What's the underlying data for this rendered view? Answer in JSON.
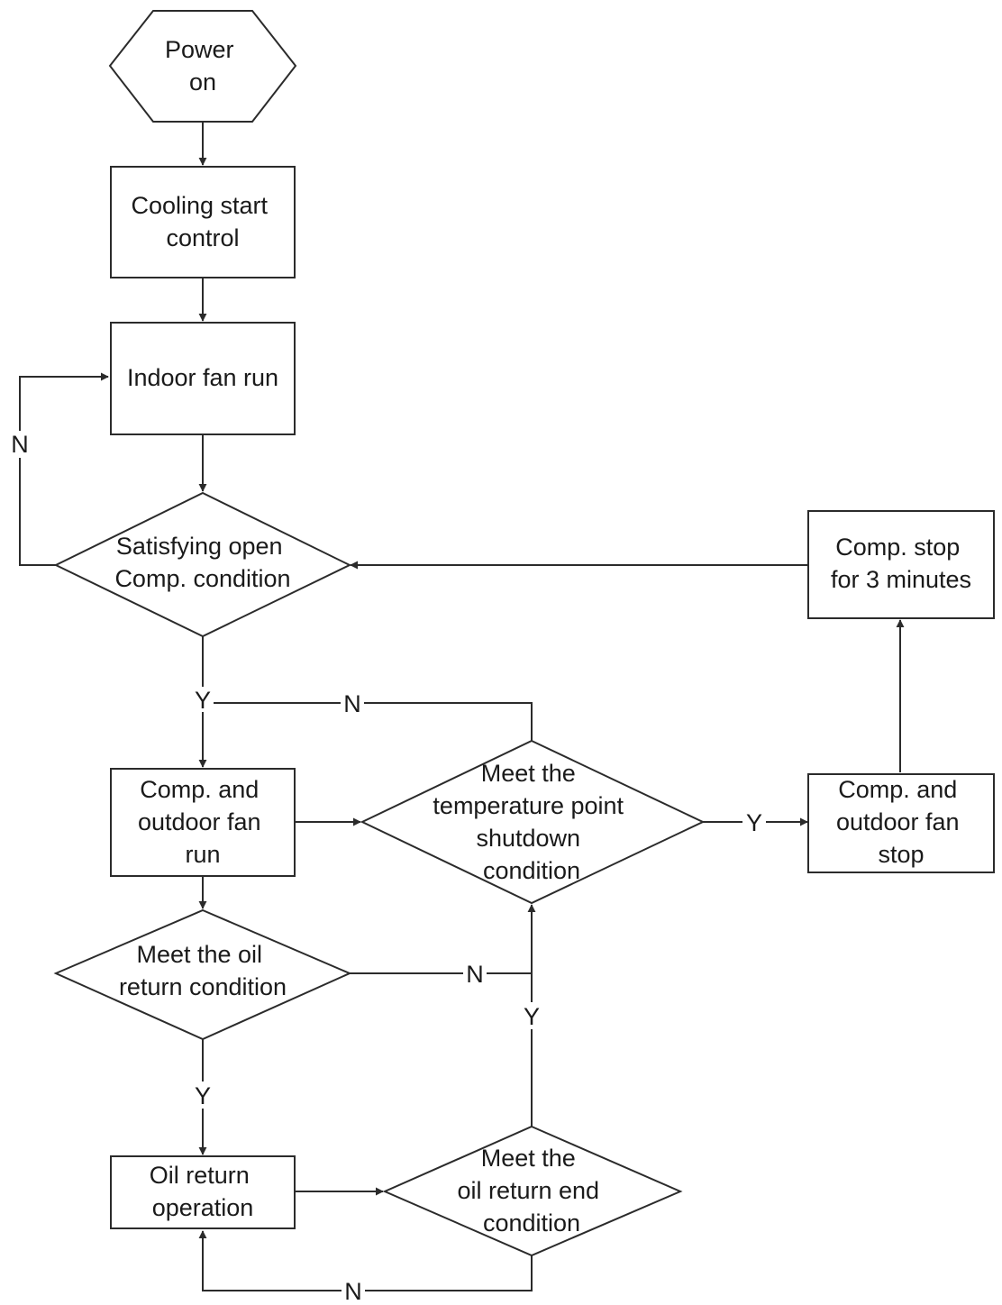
{
  "nodes": {
    "power_on": [
      "Power",
      "on"
    ],
    "cooling_start": [
      "Cooling start",
      "control"
    ],
    "indoor_fan": [
      "Indoor fan run"
    ],
    "open_comp_condition": [
      "Satisfying open",
      "Comp. condition"
    ],
    "comp_outdoor_run": [
      "Comp. and",
      "outdoor fan",
      "run"
    ],
    "temp_shutdown": [
      "Meet the",
      "temperature point",
      "shutdown",
      "condition"
    ],
    "comp_outdoor_stop": [
      "Comp. and",
      "outdoor fan",
      "stop"
    ],
    "comp_stop_3min": [
      "Comp. stop",
      "for 3 minutes"
    ],
    "oil_return_condition": [
      "Meet the oil",
      "return condition"
    ],
    "oil_return_op": [
      "Oil return",
      "operation"
    ],
    "oil_return_end": [
      "Meet the",
      "oil return end",
      "condition"
    ]
  },
  "labels": {
    "yes": "Y",
    "no": "N"
  },
  "colors": {
    "stroke": "#2b2b2b",
    "text": "#1a1a1a",
    "background": "#ffffff"
  }
}
